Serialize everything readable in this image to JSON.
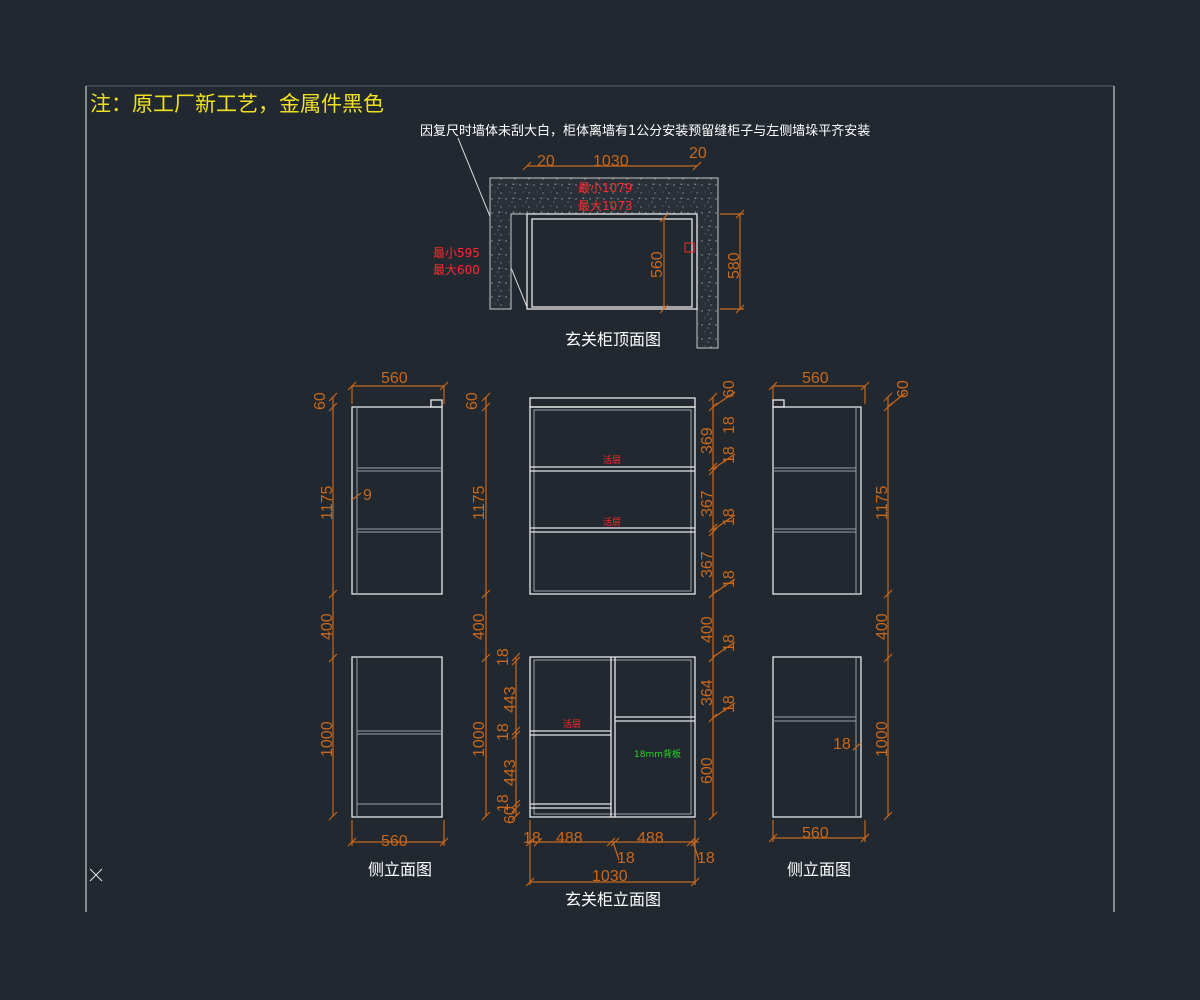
{
  "header": {
    "note": "注：原工厂新工艺，金属件黑色"
  },
  "top_plan": {
    "callout": "因复尺时墙体未刮大白，柜体离墙有1公分安装预留缝柜子与左侧墙垛平齐安装",
    "dims": {
      "left_gap": "20",
      "width": "1030",
      "right_gap": "20",
      "inner_depth": "560",
      "outer_depth": "580"
    },
    "red_notes": {
      "min_width": "最小1079",
      "max_width": "最大1073",
      "min_depth": "最小595",
      "max_depth": "最大600"
    },
    "caption": "玄关柜顶面图"
  },
  "left_side": {
    "caption": "侧立面图",
    "dims": {
      "top_width": "560",
      "top_h": "60",
      "upper_h": "1175",
      "shelf_mark": "9",
      "gap_h": "400",
      "lower_h": "1000",
      "bottom_width": "560"
    }
  },
  "front": {
    "caption": "玄关柜立面图",
    "upper_dims": {
      "top_h": "60",
      "h1": "369",
      "h2": "367",
      "h3": "367",
      "t1": "18",
      "t2": "18",
      "t3": "18",
      "t4": "18",
      "left_top": "60",
      "left_h": "1175"
    },
    "mid_dims": {
      "gap": "400",
      "left_gap": "400",
      "t5": "18",
      "t6": "18"
    },
    "lower_dims": {
      "h_right_top": "364",
      "h_right_bottom": "600",
      "h_left_top": "443",
      "h_left_bottom": "443",
      "lt1": "18",
      "lt2": "18",
      "lt3": "18",
      "foot": "60",
      "left_h": "1000"
    },
    "bottom_dims": {
      "edge_l": "18",
      "w1": "488",
      "w2": "488",
      "mid_t": "18",
      "edge_r": "18",
      "total": "1030"
    },
    "red_labels": {
      "shelf1": "活层",
      "shelf2": "活层",
      "shelf3": "活层"
    },
    "green_label": "18mm背板"
  },
  "right_side": {
    "caption": "侧立面图",
    "dims": {
      "top_width": "560",
      "top_h": "60",
      "upper_h": "1175",
      "gap_h": "400",
      "lower_h": "1000",
      "shelf_mark": "18",
      "bottom_width": "560"
    }
  },
  "colors": {
    "background": "#212830",
    "dimension": "#c8681c",
    "linework": "#e8e8e8",
    "title": "#f0e020",
    "red_note": "#ff2a2a",
    "green_note": "#26d626"
  },
  "cursor_icon": "crosshair-x-icon"
}
